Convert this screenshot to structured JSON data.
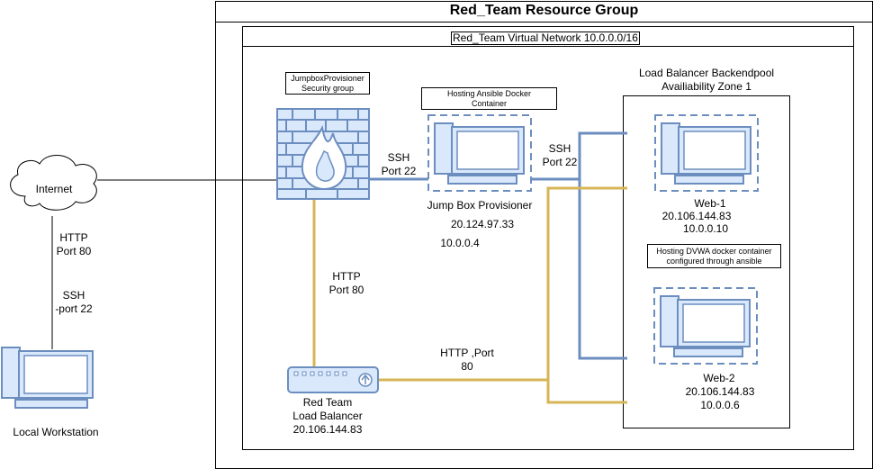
{
  "resource_group": {
    "title": "Red_Team Resource Group"
  },
  "vnet": {
    "title": "Red_Team Virtual Network 10.0.0.0/16"
  },
  "backend_pool": {
    "title": "Load Balancer Backendpool\nAvailiability Zone 1"
  },
  "internet": {
    "label": "Internet"
  },
  "internet_link": {
    "http": "HTTP\nPort 80",
    "ssh": "SSH\n-port 22"
  },
  "workstation": {
    "label": "Local Workstation"
  },
  "firewall": {
    "note": "JumpboxProvisioner\nSecurity group"
  },
  "fw_jump_link": {
    "label": "SSH\nPort  22"
  },
  "fw_lb_link": {
    "label": "HTTP\nPort 80"
  },
  "jumpbox": {
    "note": "Hosting Ansible Docker\nContainer",
    "name": "Jump Box Provisioner",
    "public_ip": "20.124.97.33",
    "private_ip": "10.0.0.4"
  },
  "jump_web_link": {
    "label": "SSH\nPort 22"
  },
  "lb_web_link": {
    "label": "HTTP ,Port\n80"
  },
  "web1": {
    "name": "Web-1",
    "public_ip": "20.106.144.83",
    "private_ip": "10.0.0.10"
  },
  "web2": {
    "note": "Hosting DVWA docker container\nconfigured through ansible",
    "name": "Web-2",
    "public_ip": "20.106.144.83",
    "private_ip": "10.0.0.6"
  },
  "load_balancer": {
    "label": "Red Team\nLoad Balancer\n20.106.144.83"
  },
  "colors": {
    "ssh_line": "#6c8ebf",
    "http_line": "#d6b656",
    "device_fill": "#dae8fc",
    "device_stroke": "#6c8ebf"
  }
}
